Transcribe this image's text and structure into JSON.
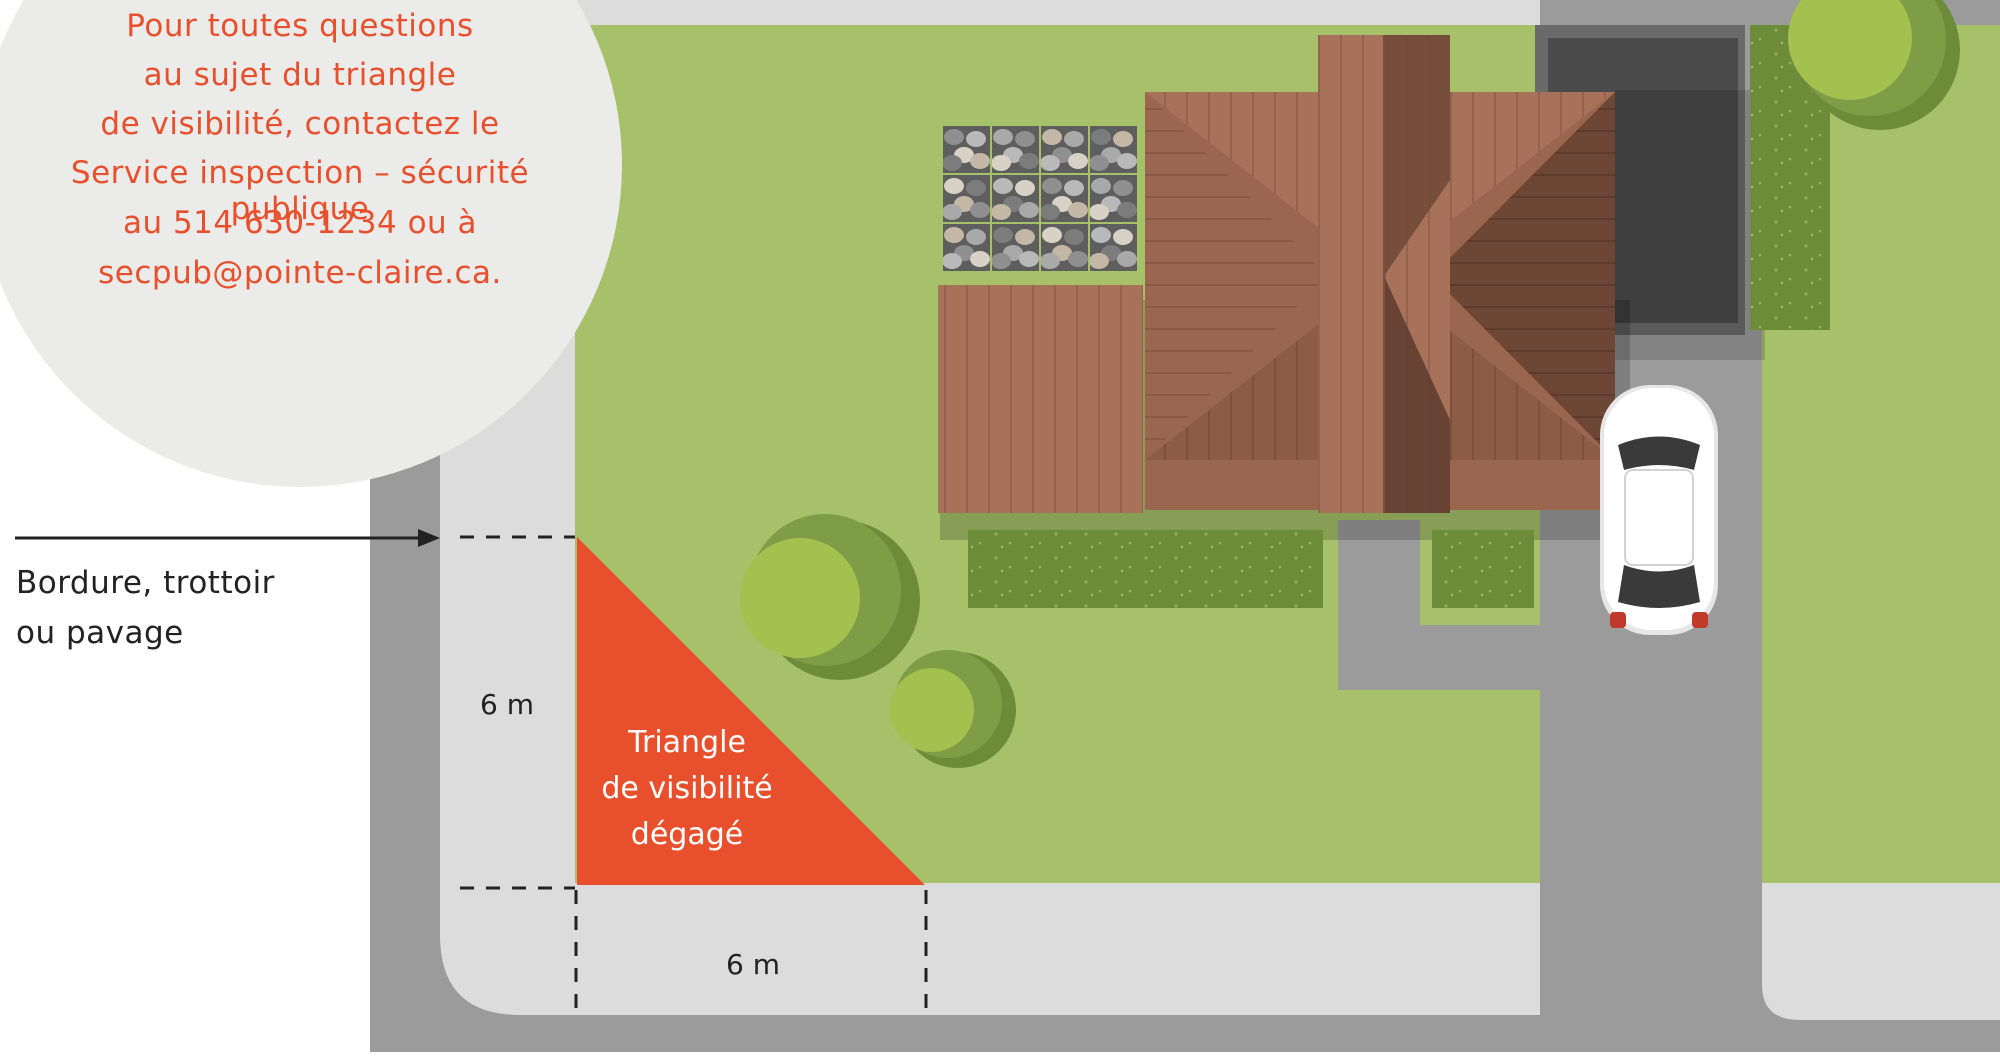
{
  "info_bubble": {
    "lines": [
      "Pour toutes questions",
      "au sujet du triangle",
      "de visibilité, contactez le",
      "Service inspection – sécurité publique",
      "au 514 630-1234 ou à",
      "secpub@pointe-claire.ca."
    ]
  },
  "side_label": {
    "lines": [
      "Bordure, trottoir",
      "ou pavage"
    ]
  },
  "triangle_label": {
    "lines": [
      "Triangle",
      "de visibilité",
      "dégagé"
    ]
  },
  "dimension_vertical": "6 m",
  "dimension_horizontal": "6 m",
  "colors": {
    "road": "#9b9b9b",
    "sidewalk": "#dcdcdc",
    "lawn": "#a7c06a",
    "hedge": "#6d8c3a",
    "triangle": "#e8502d",
    "roof_light": "#a8715a",
    "roof_dark": "#6e4636",
    "garage": "#4b4b4b",
    "accent_text": "#e8502d"
  },
  "icons": [
    "arrow-right-icon",
    "car-icon",
    "tree-icon",
    "house-roof-icon",
    "stone-patio-icon"
  ]
}
